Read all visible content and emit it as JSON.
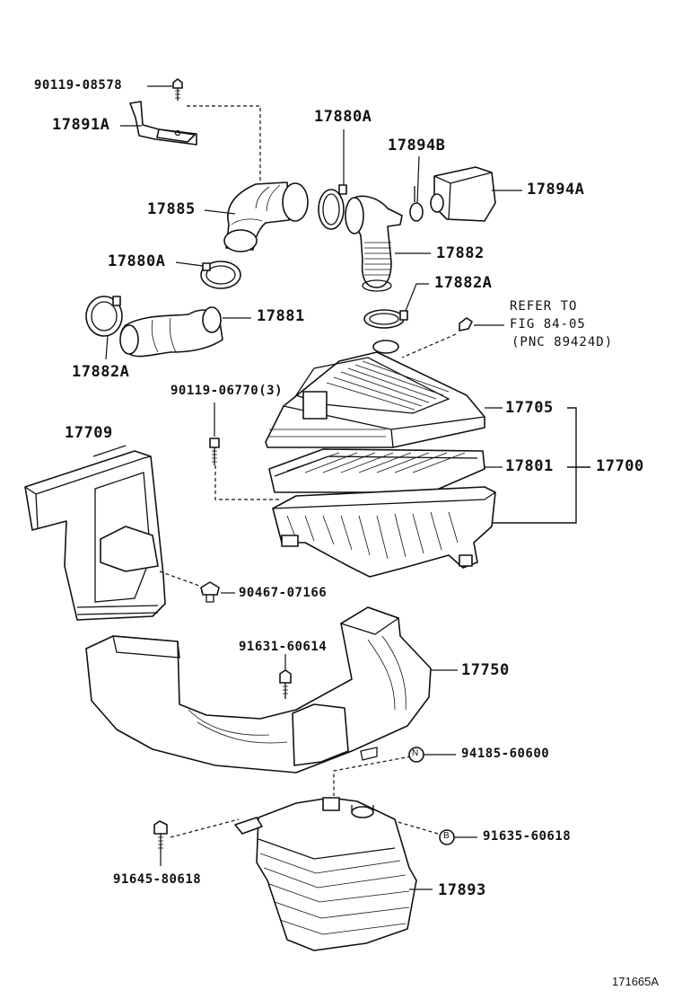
{
  "callouts": {
    "bolt_90119_08578": "90119-08578",
    "bracket_17891A": "17891A",
    "hose_17885": "17885",
    "clamp_17880A_top": "17880A",
    "clamp_17880A_left": "17880A",
    "clamp_17894B": "17894B",
    "resonator_17894A": "17894A",
    "hose_17882": "17882",
    "clamp_17882A_right": "17882A",
    "clamp_17882A_left": "17882A",
    "hose_17881": "17881",
    "bolt_90119_06770": "90119-06770(3)",
    "cap_17705": "17705",
    "element_17801": "17801",
    "cleaner_assy_17700": "17700",
    "duct_17709": "17709",
    "clip_90467_07166": "90467-07166",
    "screw_91631_60614": "91631-60614",
    "duct_17750": "17750",
    "nut_94185_60600": "94185-60600",
    "bolt_91635_60618": "91635-60618",
    "bolt_91645_80618": "91645-80618",
    "resonator_17893": "17893"
  },
  "reference_note": {
    "line1": "REFER TO",
    "line2": "FIG 84-05",
    "line3": "(PNC 89424D)"
  },
  "markers": {
    "n_marker": "N",
    "b_marker": "B"
  },
  "figure_code": "171665A"
}
